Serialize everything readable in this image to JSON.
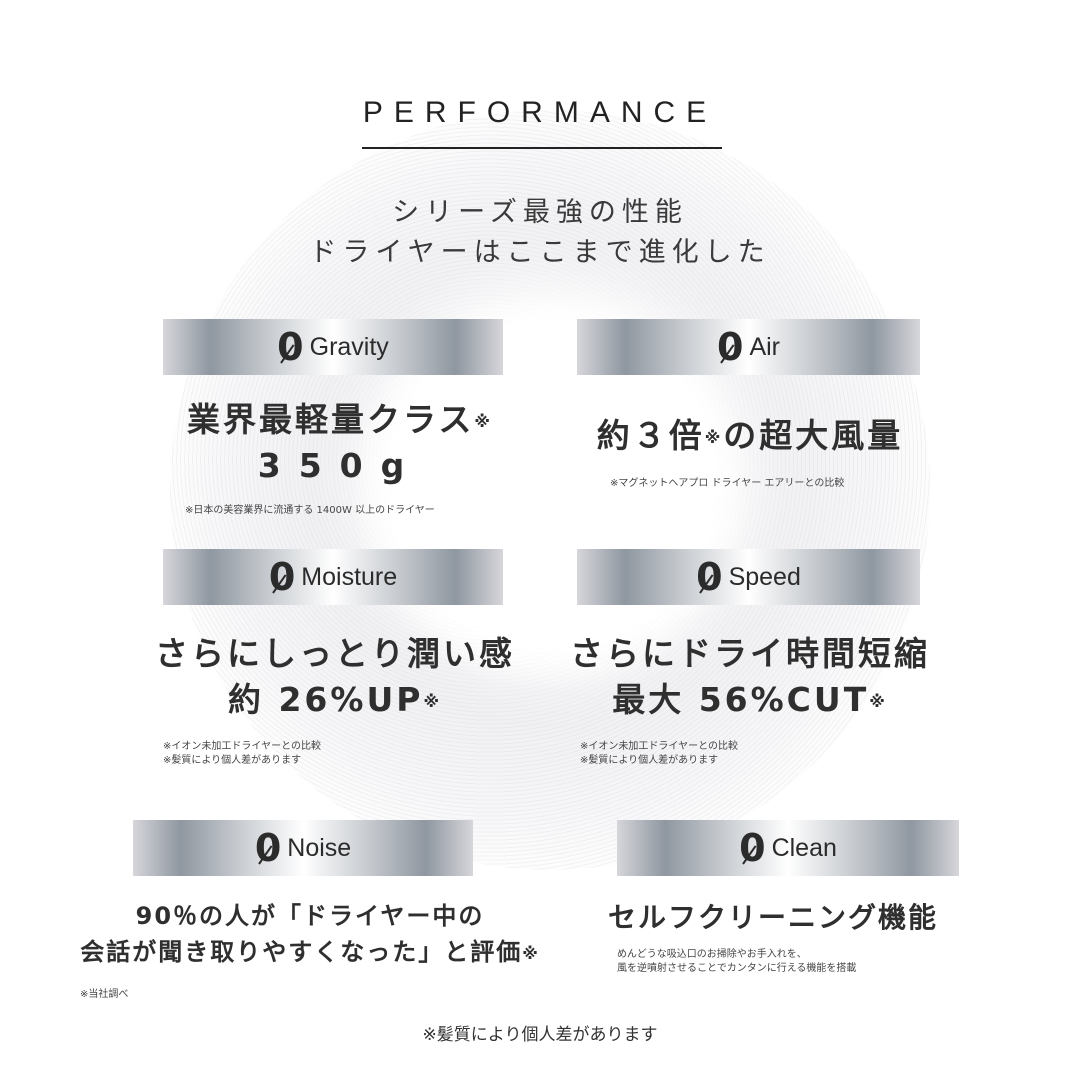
{
  "heading": "PERFORMANCE",
  "intro": [
    "シリーズ最強の性能",
    "ドライヤーはここまで進化した"
  ],
  "features": {
    "gravity": {
      "zero": "0",
      "label": "Gravity",
      "lines": [
        "業界最軽量クラス",
        "350g"
      ],
      "mark": "※",
      "notes": [
        "※日本の美容業界に流通する 1400W 以上のドライヤー"
      ]
    },
    "air": {
      "zero": "0",
      "label": "Air",
      "lines": [
        "約３倍",
        "の超大風量"
      ],
      "mark": "※",
      "notes": [
        "※マグネットヘアプロ ドライヤー エアリーとの比較"
      ]
    },
    "moisture": {
      "zero": "0",
      "label": "Moisture",
      "lines": [
        "さらにしっとり潤い感",
        "約 26%UP"
      ],
      "mark": "※",
      "notes": [
        "※イオン未加工ドライヤーとの比較",
        "※髪質により個人差があります"
      ]
    },
    "speed": {
      "zero": "0",
      "label": "Speed",
      "lines": [
        "さらにドライ時間短縮",
        "最大 56%CUT"
      ],
      "mark": "※",
      "notes": [
        "※イオン未加工ドライヤーとの比較",
        "※髪質により個人差があります"
      ]
    },
    "noise": {
      "zero": "0",
      "label": "Noise",
      "lines": [
        "90％の人が「ドライヤー中の",
        "会話が聞き取りやすくなった」と評価"
      ],
      "mark": "※",
      "notes": [
        "※当社調べ"
      ]
    },
    "clean": {
      "zero": "0",
      "label": "Clean",
      "lines": [
        "セルフクリーニング機能"
      ],
      "notes": [
        "めんどうな吸込口のお掃除やお手入れを、",
        "風を逆噴射させることでカンタンに行える機能を搭載"
      ]
    }
  },
  "footer_note": "※髪質により個人差があります",
  "colors": {
    "text": "#2b2b2b",
    "bar_dark": "#8f97a0",
    "bar_light": "#ffffff"
  }
}
